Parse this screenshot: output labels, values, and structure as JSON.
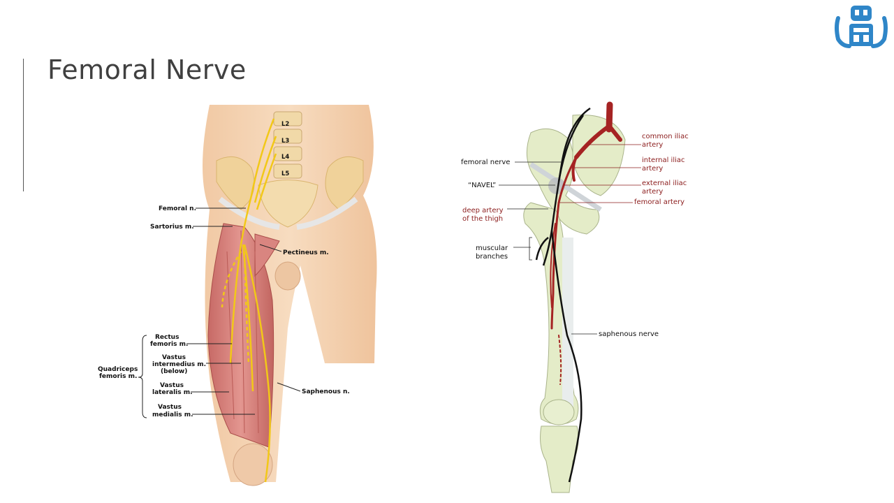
{
  "slide": {
    "title": "Femoral Nerve"
  },
  "logo": {
    "icon": "robot-logo-icon",
    "color": "#2f86c8"
  },
  "left_figure": {
    "vertebrae": [
      "L2",
      "L3",
      "L4",
      "L5"
    ],
    "labels": {
      "femoral_n": "Femoral n.",
      "sartorius": "Sartorius m.",
      "pectineus": "Pectineus m.",
      "rectus_1": "Rectus",
      "rectus_2": "femoris m.",
      "vint_1": "Vastus",
      "vint_2": "intermedius m.",
      "vint_3": "(below)",
      "quad_1": "Quadriceps",
      "quad_2": "femoris m.",
      "vlat_1": "Vastus",
      "vlat_2": "lateralis m.",
      "vmed_1": "Vastus",
      "vmed_2": "medialis m.",
      "saphenous": "Saphenous n."
    }
  },
  "right_figure": {
    "labels": {
      "common_iliac_1": "common iliac",
      "common_iliac_2": "artery",
      "internal_iliac_1": "internal iliac",
      "internal_iliac_2": "artery",
      "external_iliac_1": "external iliac",
      "external_iliac_2": "artery",
      "femoral_artery": "femoral artery",
      "femoral_nerve": "femoral nerve",
      "navel": "“NAVEL”",
      "deep_artery_1": "deep artery",
      "deep_artery_2": "of the thigh",
      "muscular_1": "muscular",
      "muscular_2": "branches",
      "saphenous_nerve": "saphenous nerve"
    }
  }
}
